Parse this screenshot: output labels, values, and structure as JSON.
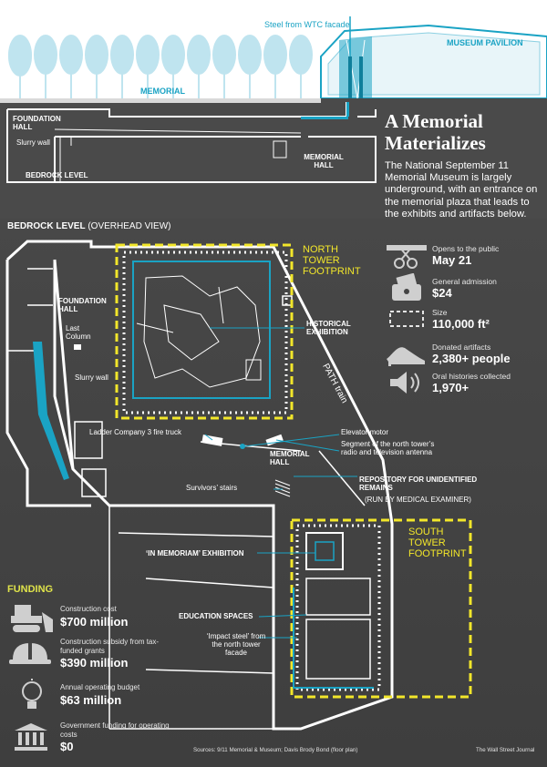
{
  "cross_section": {
    "steel_label": "Steel from WTC facade",
    "museum_pavilion": "MUSEUM PAVILION",
    "memorial": "MEMORIAL",
    "foundation_hall": "FOUNDATION HALL",
    "slurry_wall": "Slurry wall",
    "bedrock_level": "BEDROCK LEVEL",
    "memorial_hall": "MEMORIAL HALL"
  },
  "article": {
    "title": "A Memorial Materializes",
    "intro": "The National September 11 Memorial Museum is largely underground, with an entrance on the memorial plaza that leads to the exhibits and artifacts below."
  },
  "plan": {
    "heading_bold": "BEDROCK LEVEL",
    "heading_rest": "(OVERHEAD VIEW)",
    "north_footprint": "NORTH TOWER FOOTPRINT",
    "south_footprint": "SOUTH TOWER FOOTPRINT",
    "foundation_hall": "FOUNDATION HALL",
    "last_column": "Last Column",
    "slurry_wall": "Slurry wall",
    "historical_exhibition": "HISTORICAL EXHIBITION",
    "path_train": "PATH train",
    "ladder_company": "Ladder Company 3 fire truck",
    "elevator_motor": "Elevator motor",
    "antenna_segment": "Segment of the north tower’s radio and television antenna",
    "memorial_hall": "MEMORIAL HALL",
    "repository": "REPOSITORY FOR UNIDENTIFIED REMAINS",
    "repository_note": "(RUN BY MEDICAL EXAMINER)",
    "survivors_stairs": "Survivors’ stairs",
    "in_memoriam": "‘IN MEMORIAM’ EXHIBITION",
    "education_spaces": "EDUCATION SPACES",
    "impact_steel": "‘Impact steel’ from the north tower facade"
  },
  "stats": [
    {
      "label": "Opens to the public",
      "value": "May 21",
      "icon": "ribbon-scissors-icon"
    },
    {
      "label": "General admission",
      "value": "$24",
      "icon": "ticket-wallet-icon"
    },
    {
      "label": "Size",
      "value": "110,000 ft²",
      "icon": "area-outline-icon"
    },
    {
      "label": "Donated artifacts",
      "value": "2,380+ people",
      "icon": "shoe-icon"
    },
    {
      "label": "Oral histories collected",
      "value": "1,970+",
      "icon": "speaker-icon"
    }
  ],
  "funding": {
    "heading": "FUNDING",
    "items": [
      {
        "label": "Construction cost",
        "value": "$700 million",
        "icon": "bulldozer-icon"
      },
      {
        "label": "Construction subsidy from tax-funded grants",
        "value": "$390 million",
        "icon": "hard-hat-icon"
      },
      {
        "label": "Annual operating budget",
        "value": "$63 million",
        "icon": "lightbulb-icon"
      },
      {
        "label": "Government funding for operating costs",
        "value": "$0",
        "icon": "government-building-icon"
      }
    ]
  },
  "footer": {
    "sources": "Sources: 9/11 Memorial & Museum; Davis Brody Bond (floor plan)",
    "credit": "The Wall Street Journal"
  },
  "colors": {
    "accent": "#1aa3c4",
    "footprint": "#f2e62a",
    "funding_heading": "#dfe34a",
    "background": "#444444"
  }
}
